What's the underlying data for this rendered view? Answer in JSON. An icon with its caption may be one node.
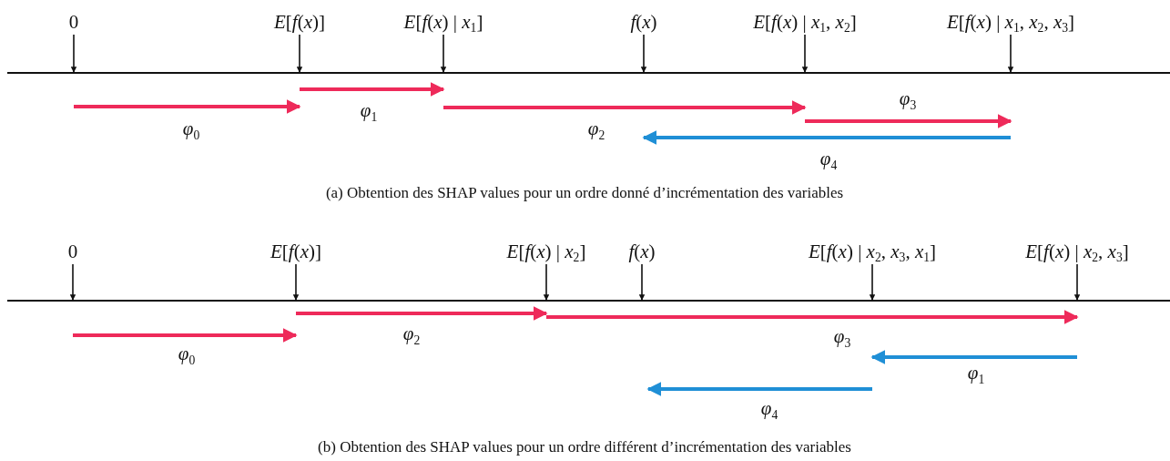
{
  "diagram": {
    "nodes": [
      {
        "text": [
          "0"
        ]
      },
      {
        "text": [
          "*E*[*f*(*x*)]"
        ]
      },
      {
        "text": [
          "*E*[*f*(*x*) | *x*$_{1}$]"
        ]
      },
      {
        "text": [
          "*f*(*x*)"
        ]
      },
      {
        "text": [
          "*E*[*f*(*x*) | *x*$_{1}$, *x*$_{2}$]"
        ]
      },
      {
        "text": [
          "*E*[*f*(*x*) | *x*$_{1}$, *x*$_{2}$, *x*$_{3}$]"
        ]
      },
      {
        "text": [
          "0"
        ]
      },
      {
        "text": [
          "*E*[*f*(*x*)]"
        ]
      },
      {
        "text": [
          "*E*[*f*(*x*) | *x*$_{2}$]"
        ]
      },
      {
        "text": [
          "*f*(*x*)"
        ]
      },
      {
        "text": [
          "*E*[*f*(*x*) | *x*$_{2}$, *x*$_{3}$, *x*$_{1}$]"
        ]
      },
      {
        "text": [
          "*E*[*f*(*x*) | *x*$_{2}$, *x*$_{3}$]"
        ]
      }
    ],
    "edges": [
      {
        "from": 0,
        "to": null,
        "arrow": "to"
      },
      {
        "from": 1,
        "to": null,
        "arrow": "to"
      },
      {
        "from": 2,
        "to": null,
        "arrow": "to"
      },
      {
        "from": 3,
        "to": null,
        "arrow": "to"
      },
      {
        "from": 4,
        "to": null,
        "arrow": "to"
      },
      {
        "from": 5,
        "to": null,
        "arrow": "to"
      },
      {
        "from": 6,
        "to": null,
        "arrow": "to"
      },
      {
        "from": 7,
        "to": null,
        "arrow": "to"
      },
      {
        "from": 8,
        "to": null,
        "arrow": "to"
      },
      {
        "from": 9,
        "to": null,
        "arrow": "to"
      },
      {
        "from": 10,
        "to": null,
        "arrow": "to"
      },
      {
        "from": 11,
        "to": null,
        "arrow": "to"
      }
    ],
    "labels": [
      "*φ*$_{0}$",
      "*φ*$_{1}$",
      "*φ*$_{2}$",
      "*φ*$_{3}$",
      "*φ*$_{4}$",
      "(a) Obtention des SHAP values pour un ordre donné d’incrémentation des variables",
      "*φ*$_{0}$",
      "*φ*$_{2}$",
      "*φ*$_{3}$",
      "*φ*$_{1}$",
      "*φ*$_{4}$",
      "(b) Obtention des SHAP values pour un ordre différent d’incrémentation des variables"
    ]
  }
}
